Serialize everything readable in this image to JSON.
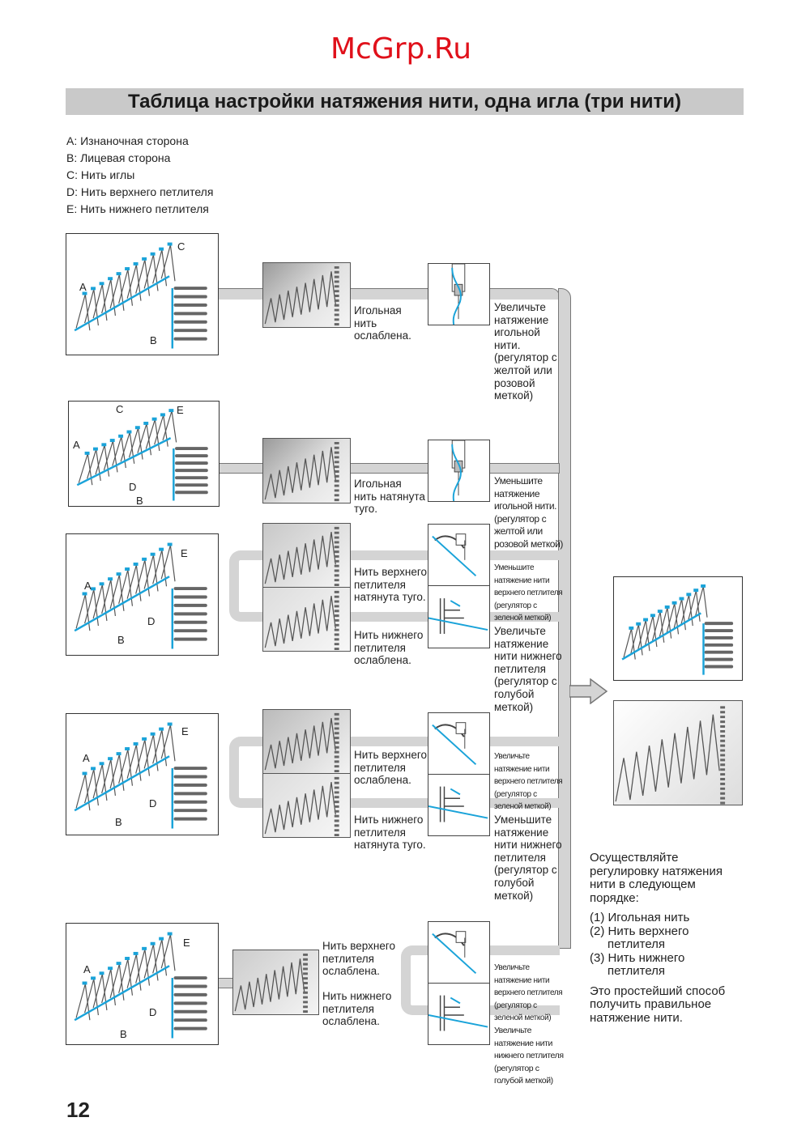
{
  "title": "Таблица настройки натяжения нити, одна игла (три нити)",
  "legend": [
    "A: Изнаночная сторона",
    "B: Лицевая сторона",
    "C: Нить иглы",
    "D: Нить верхнего петлителя",
    "E: Нить нижнего петлителя"
  ],
  "diagram_labels": {
    "a": "A",
    "b": "B",
    "c": "C",
    "d": "D",
    "e": "E"
  },
  "rows": [
    {
      "problem": "Игольная нить ослаблена.",
      "fix": "Увеличьте натяжение игольной нити. (регулятор с желтой или розовой меткой)"
    },
    {
      "problem": "Игольная нить натянута туго.",
      "fix": "Уменьшите натяжение игольной нити. (регулятор с желтой или розовой меткой)"
    },
    {
      "problem": "Нить верхнего петлителя натянута туго.",
      "fix": "Уменьшите натяжение нити верхнего петлителя (регулятор с зеленой меткой)"
    },
    {
      "problem": "Нить нижнего петлителя ослаблена.",
      "fix": "Увеличьте натяжение нити нижнего петлителя (регулятор с голубой меткой)"
    },
    {
      "problem": "Нить верхнего петлителя ослаблена.",
      "fix": "Увеличьте натяжение нити верхнего петлителя (регулятор с зеленой меткой)"
    },
    {
      "problem": "Нить нижнего петлителя натянута туго.",
      "fix": "Уменьшите натяжение нити нижнего петлителя (регулятор с голубой меткой)"
    },
    {
      "problem": "Нить верхнего петлителя ослаблена.",
      "fix": "Увеличьте натяжение нити верхнего петлителя (регулятор с зеленой меткой)"
    },
    {
      "problem": "Нить нижнего петлителя ослаблена.",
      "fix": "Увеличьте натяжение нити нижнего петлителя (регулятор с голубой меткой)"
    }
  ],
  "note": {
    "intro": "Осуществляйте регулировку натяжения нити в следующем порядке:",
    "steps": [
      "(1) Игольная нить",
      "(2) Нить верхнего петлителя",
      "(3) Нить нижнего петлителя"
    ],
    "outro": "Это простейший способ получить правильное натяжение нити."
  },
  "watermark": "McGrp.Ru",
  "page_number": "12",
  "colors": {
    "thread": "#1aa3d9",
    "title_bg": "#c9c9c9",
    "watermark": "#e0101a"
  }
}
